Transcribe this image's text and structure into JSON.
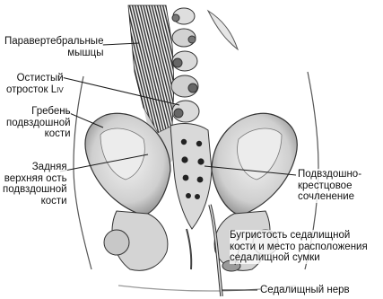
{
  "labels": {
    "paravertebral": [
      "Паравертебральные",
      "мышцы"
    ],
    "spinous": [
      "Остистый",
      "отросток L",
      "IV"
    ],
    "crest": [
      "Гребень",
      "подвздошной",
      "кости"
    ],
    "psis": [
      "Задняя",
      "верхняя ость",
      "подвздошной",
      "кости"
    ],
    "si_joint": [
      "Подвздошно-",
      "крестцовое",
      "сочленение"
    ],
    "ischial": [
      "Бугристость седалищной",
      "кости и место расположения",
      "седалищной сумки"
    ],
    "sciatic": [
      "Седалищный нерв"
    ]
  },
  "colors": {
    "ink": "#1a1a1a",
    "bone": "#d7d7d7",
    "muscle": "#6a6a6a",
    "bg": "#ffffff"
  }
}
